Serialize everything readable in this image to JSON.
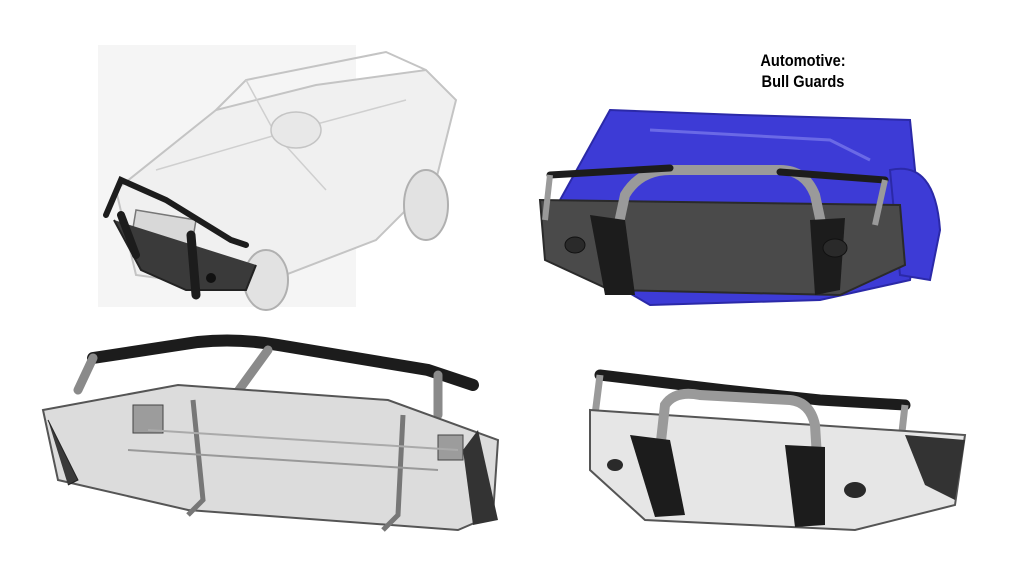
{
  "title": {
    "line1": "Automotive:",
    "line2": "Bull Guards"
  },
  "colors": {
    "background": "#ffffff",
    "bumper_dark": "#3a3a3a",
    "guard_black": "#1c1c1c",
    "tube_gray": "#9a9a9a",
    "body_blue": "#3d3bd6",
    "wireframe": "#c9c9c9",
    "panel_light": "#e6e6e6"
  },
  "images": [
    {
      "name": "suv-wireframe-with-bull-guard"
    },
    {
      "name": "bull-guard-on-blue-body-panels"
    },
    {
      "name": "bull-guard-rear-underside-view"
    },
    {
      "name": "bull-guard-front-view"
    }
  ]
}
